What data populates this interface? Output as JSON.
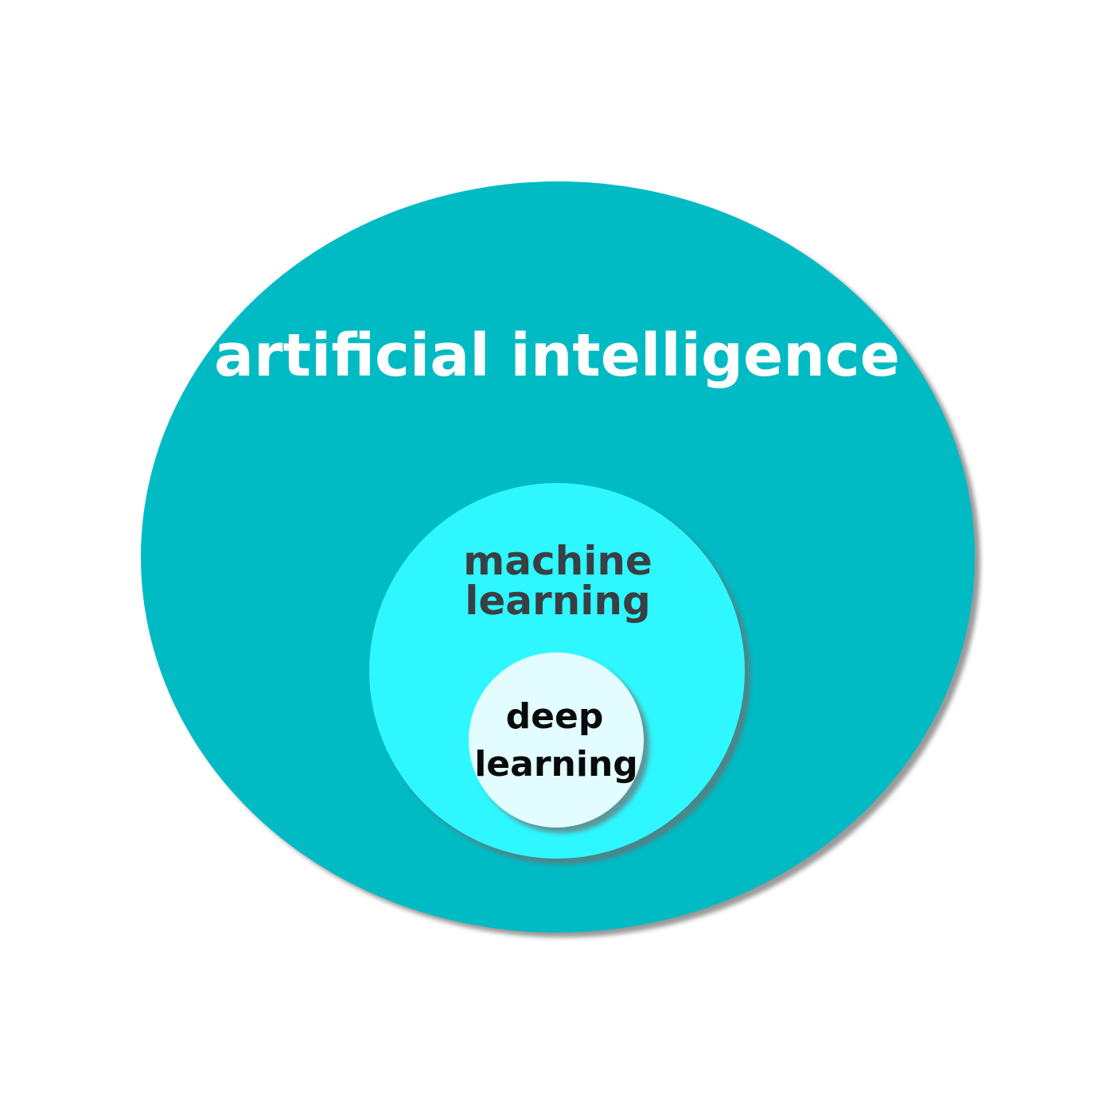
{
  "diagram": {
    "outer": {
      "label": "artificial intelligence",
      "fill": "#00BAC4",
      "text_color": "#FFFFFF"
    },
    "middle": {
      "label_line1": "machine",
      "label_line2": "learning",
      "fill": "#2EF7FF",
      "text_color": "#3A3F44"
    },
    "inner": {
      "label_line1": "deep",
      "label_line2": "learning",
      "fill": "#E3FCFF",
      "text_color": "#0A0A0A"
    },
    "shadow_color": "#6E6E6E"
  }
}
